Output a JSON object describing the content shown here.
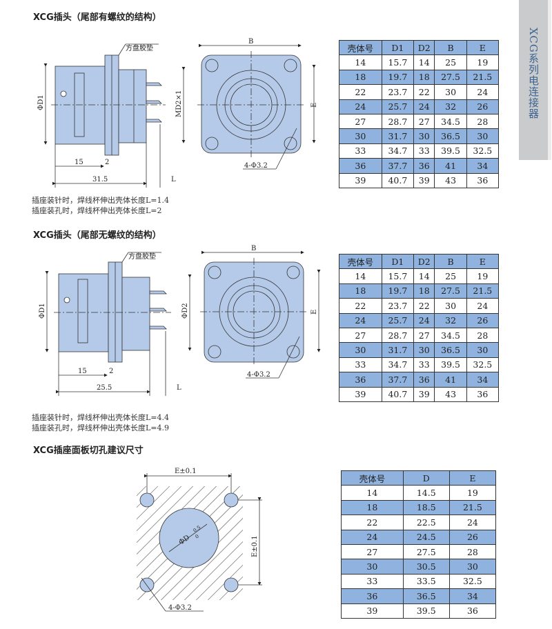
{
  "side_tab": "XCG系列电连接器",
  "sections": [
    {
      "title": "XCG插头（尾部有螺纹的结构）",
      "labels": {
        "gasket": "方盘胶垫",
        "d1": "ΦD1",
        "md2": "MD2×1",
        "dim15": "15",
        "dim2": "2",
        "dim_total": "31.5",
        "L": "L",
        "B": "B",
        "E": "E",
        "holes": "4-Φ3.2"
      },
      "notes": [
        "插座装针时，焊线杯伸出壳体长度L=1.4",
        "插座装孔时，焊线杯伸出壳体长度L=2"
      ],
      "table": {
        "headers": [
          "壳体号",
          "D1",
          "D2",
          "B",
          "E"
        ],
        "rows": [
          [
            "14",
            "15.7",
            "14",
            "25",
            "19"
          ],
          [
            "18",
            "19.7",
            "18",
            "27.5",
            "21.5"
          ],
          [
            "22",
            "23.7",
            "22",
            "30",
            "24"
          ],
          [
            "24",
            "25.7",
            "24",
            "32",
            "26"
          ],
          [
            "27",
            "28.7",
            "27",
            "34.5",
            "28"
          ],
          [
            "30",
            "31.7",
            "30",
            "36.5",
            "30"
          ],
          [
            "33",
            "34.7",
            "33",
            "39.5",
            "32.5"
          ],
          [
            "36",
            "37.7",
            "36",
            "41",
            "34"
          ],
          [
            "39",
            "40.7",
            "39",
            "43",
            "36"
          ]
        ]
      }
    },
    {
      "title": "XCG插头（尾部无螺纹的结构）",
      "labels": {
        "gasket": "方盘胶垫",
        "d1": "ΦD1",
        "md2": "ΦD2",
        "dim15": "15",
        "dim2": "2",
        "dim_total": "25.5",
        "L": "L",
        "B": "B",
        "E": "E",
        "holes": "4-Φ3.2"
      },
      "notes": [
        "插座装针时，焊线杯伸出壳体长度L=4.4",
        "插座装孔时，焊线杯伸出壳体长度L=4.9"
      ],
      "table": {
        "headers": [
          "壳体号",
          "D1",
          "D2",
          "B",
          "E"
        ],
        "rows": [
          [
            "14",
            "15.7",
            "14",
            "25",
            "19"
          ],
          [
            "18",
            "19.7",
            "18",
            "27.5",
            "21.5"
          ],
          [
            "22",
            "23.7",
            "22",
            "30",
            "24"
          ],
          [
            "24",
            "25.7",
            "24",
            "32",
            "26"
          ],
          [
            "27",
            "28.7",
            "27",
            "34.5",
            "28"
          ],
          [
            "30",
            "31.7",
            "30",
            "36.5",
            "30"
          ],
          [
            "33",
            "34.7",
            "33",
            "39.5",
            "32.5"
          ],
          [
            "36",
            "37.7",
            "36",
            "41",
            "34"
          ],
          [
            "39",
            "40.7",
            "39",
            "43",
            "36"
          ]
        ]
      }
    },
    {
      "title": "XCG插座面板切孔建议尺寸",
      "labels": {
        "e_h": "E±0.1",
        "e_v": "E±0.1",
        "d": "ΦD",
        "tol_up": "0.5",
        "tol_low": "0",
        "holes": "4-Φ3.2"
      },
      "table": {
        "headers": [
          "壳体号",
          "D",
          "E"
        ],
        "rows": [
          [
            "14",
            "14.5",
            "19"
          ],
          [
            "18",
            "18.5",
            "21.5"
          ],
          [
            "22",
            "22.5",
            "24"
          ],
          [
            "24",
            "24.5",
            "26"
          ],
          [
            "27",
            "27.5",
            "28"
          ],
          [
            "30",
            "30.5",
            "30"
          ],
          [
            "33",
            "33.5",
            "32.5"
          ],
          [
            "36",
            "36.5",
            "34"
          ],
          [
            "39",
            "39.5",
            "36"
          ]
        ]
      }
    }
  ]
}
